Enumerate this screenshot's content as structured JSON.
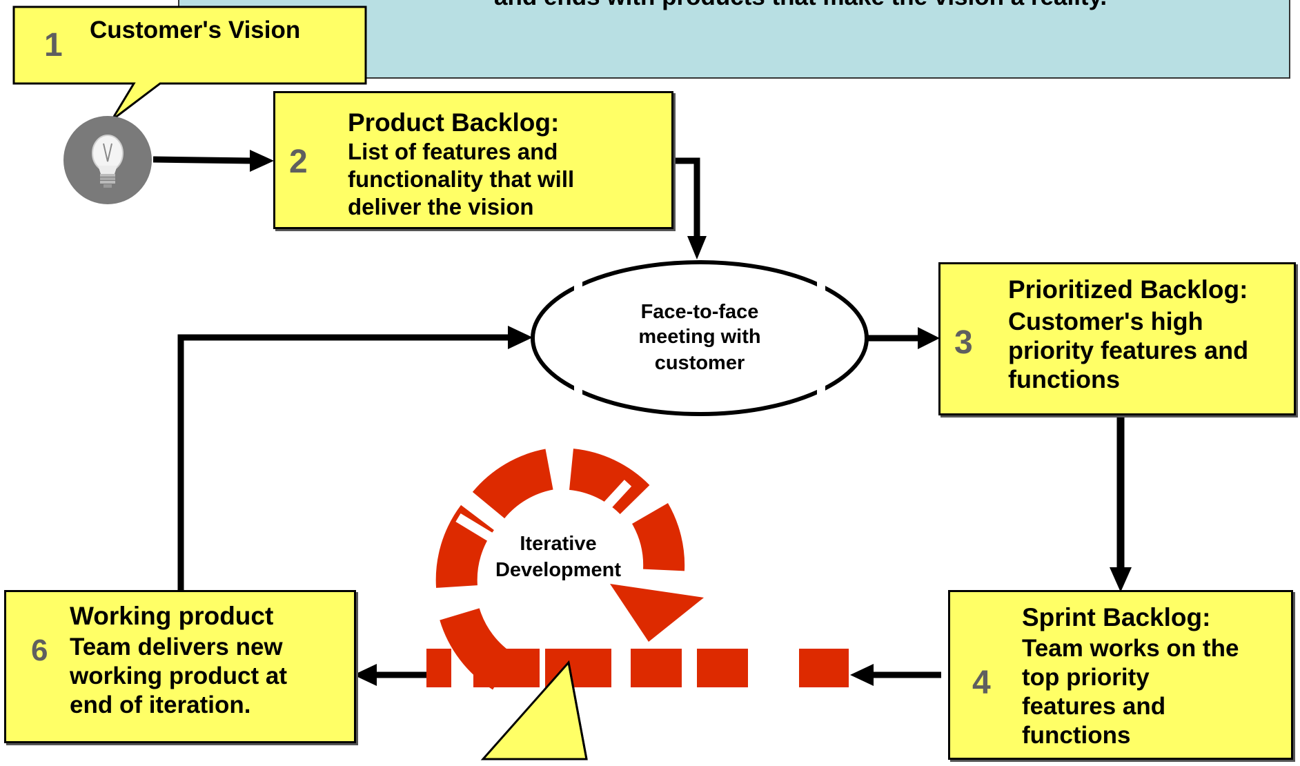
{
  "banner": {
    "text": "and ends with products that make the vision a reality."
  },
  "callout_vision": {
    "number": "1",
    "title": "Customer's Vision"
  },
  "product_backlog": {
    "number": "2",
    "title": "Product Backlog:",
    "lines": [
      "List of features and",
      "functionality that will",
      "deliver the vision"
    ]
  },
  "meeting": {
    "lines": [
      "Face-to-face",
      "meeting with",
      "customer"
    ]
  },
  "prioritized_backlog": {
    "number": "3",
    "title": "Prioritized Backlog:",
    "lines": [
      "Customer's high",
      "priority features and",
      "functions"
    ]
  },
  "sprint_backlog": {
    "number": "4",
    "title": "Sprint Backlog:",
    "lines": [
      "Team works on the",
      "top priority",
      "features and",
      "functions"
    ]
  },
  "working_product": {
    "number": "6",
    "title": "Working product",
    "lines": [
      "Team delivers new",
      "working product at",
      "end of iteration."
    ]
  },
  "iterative": {
    "lines": [
      "Iterative",
      "Development"
    ]
  },
  "colors": {
    "callout_yellow": "#ffff66",
    "banner_blue": "#b8dfe3",
    "cycle_red": "#dd2a00",
    "number_gray": "#5f5f5f"
  },
  "icons": {
    "vision": "lightbulb-icon"
  }
}
